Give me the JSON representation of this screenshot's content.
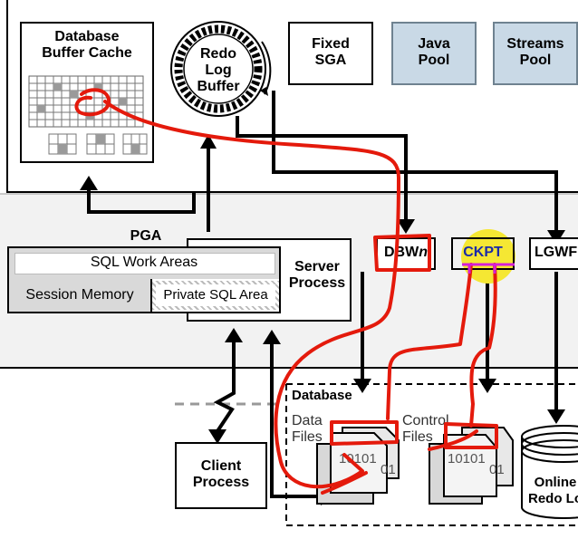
{
  "sga": {
    "buffer_cache": "Database\nBuffer Cache",
    "redo_log_buffer": "Redo\nLog\nBuffer",
    "fixed_sga": "Fixed\nSGA",
    "java_pool": "Java\nPool",
    "streams_pool": "Streams\nPool"
  },
  "pga": {
    "title": "PGA",
    "sql_work_areas": "SQL Work Areas",
    "session_memory": "Session Memory",
    "private_sql_area": "Private SQL Area",
    "server_process": "Server\nProcess"
  },
  "processes": {
    "dbwn_prefix": "DBW",
    "dbwn_suffix": "n",
    "ckpt": "CKPT",
    "lgwr": "LGWF"
  },
  "database": {
    "title": "Database",
    "data_files": "Data\nFiles",
    "control_files": "Control\nFiles",
    "online_redo": "Online\nRedo Lo",
    "bits1": "10101",
    "bits2": "10101",
    "bits3": "01",
    "bits4": "01"
  },
  "client": {
    "label": "Client\nProcess"
  },
  "colors": {
    "annotation": "#e41a0c",
    "highlight": "#f5e733",
    "pool": "#c9d9e6"
  }
}
